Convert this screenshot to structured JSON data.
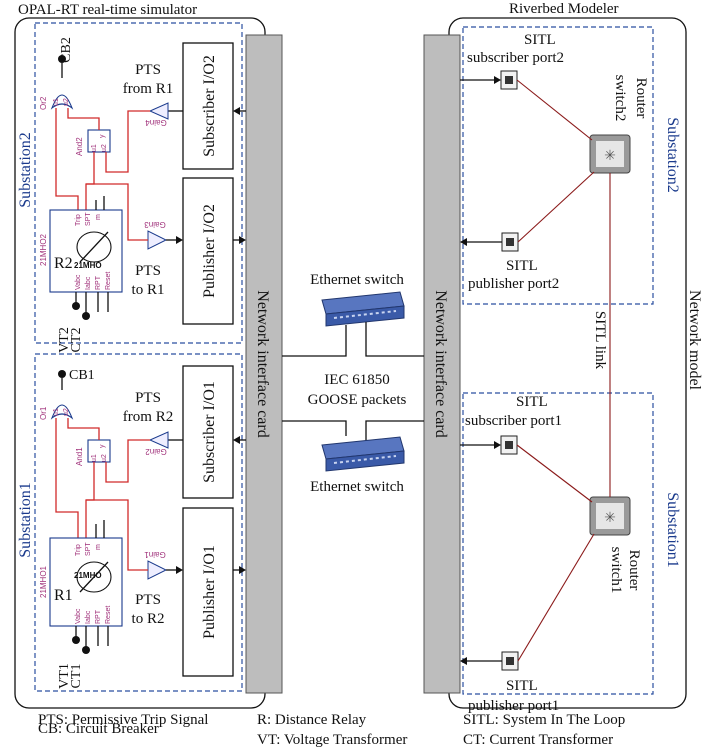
{
  "panels": {
    "opal_title": "OPAL-RT real-time simulator",
    "riverbed_title": "Riverbed Modeler",
    "network_model": "Network model"
  },
  "nic": {
    "label": "Network interface card"
  },
  "switches": {
    "label": "Ethernet switch"
  },
  "goose": {
    "line1": "IEC 61850",
    "line2": "GOOSE packets"
  },
  "substations": {
    "s1": "Substation1",
    "s2": "Substation2"
  },
  "io": {
    "sub_o2": "Subscriber I/O2",
    "pub_o2": "Publisher I/O2",
    "sub_o1": "Subscriber I/O1",
    "pub_o1": "Publisher I/O1"
  },
  "pts": {
    "from_r1_a": "PTS",
    "from_r1_b": "from R1",
    "to_r1_a": "PTS",
    "to_r1_b": "to R1",
    "from_r2_a": "PTS",
    "from_r2_b": "from R2",
    "to_r2_a": "PTS",
    "to_r2_b": "to R2"
  },
  "relays": {
    "r2": "R2",
    "r1": "R1",
    "mho": "21MHO",
    "mho2_side": "21MHO2",
    "mho1_side": "21MHO1",
    "in_vabc": "Vabc",
    "in_iabc": "Iabc",
    "in_rpt": "RPT",
    "in_reset": "Reset",
    "out_trip": "Trip",
    "out_spt": "SPT",
    "out_m": "m",
    "vt2": "VT2",
    "ct2": "CT2",
    "vt1": "VT1",
    "ct1": "CT1"
  },
  "logic": {
    "cb2": "CB2",
    "cb1": "CB1",
    "or2": "Or2",
    "or1": "Or1",
    "and2": "And2",
    "and1": "And1",
    "gain4": "Gain4",
    "gain3": "Gain3",
    "gain2": "Gain2",
    "gain1": "Gain1",
    "u1": "u1",
    "u2": "u2",
    "y": "y"
  },
  "sitl": {
    "sub2_a": "SITL",
    "sub2_b": "subscriber port2",
    "pub2_a": "SITL",
    "pub2_b": "publisher port2",
    "sub1_a": "SITL",
    "sub1_b": "subscriber port1",
    "pub1_a": "SITL",
    "pub1_b": "publisher port1",
    "link": "SITL link"
  },
  "routers": {
    "r2_a": "Router",
    "r2_b": "switch2",
    "r1_a": "Router",
    "r1_b": "switch1"
  },
  "legend": {
    "pts": "PTS: Permissive Trip Signal",
    "r": "R: Distance Relay",
    "sitl": "SITL: System In The Loop",
    "cb": "CB: Circuit Breaker",
    "vt": "VT: Voltage Transformer",
    "ct": "CT: Current Transformer"
  },
  "colors": {
    "wire_red": "#d12a2a",
    "wire_router": "#8b1a1a",
    "label_blue": "#1a3a8c",
    "label_pink": "#a0307a",
    "nic_gray": "#bdbdbd",
    "switch_blue": "#3a5aa8"
  }
}
